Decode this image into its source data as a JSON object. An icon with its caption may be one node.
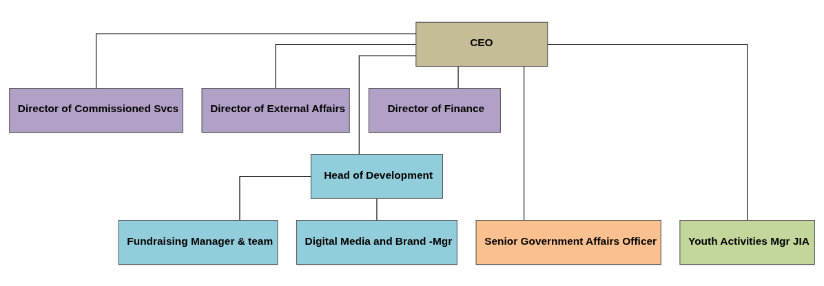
{
  "diagram": {
    "nodes": [
      {
        "text": [
          "CEO"
        ]
      },
      {
        "text": [
          "Director of Commissioned Svcs"
        ]
      },
      {
        "text": [
          "Director of External Affairs"
        ]
      },
      {
        "text": [
          "Director of Finance"
        ]
      },
      {
        "text": [
          "Head of Development"
        ]
      },
      {
        "text": [
          "Fundraising Manager & team"
        ]
      },
      {
        "text": [
          "Digital Media and Brand -Mgr"
        ]
      },
      {
        "text": [
          "Senior Government Affairs Officer"
        ]
      },
      {
        "text": [
          "Youth Activities Mgr JIA"
        ]
      }
    ],
    "edges": [
      {
        "from": 0,
        "to": 7,
        "arrow": "none"
      },
      {
        "from": 0,
        "to": 1,
        "arrow": "none"
      },
      {
        "from": 0,
        "to": 4,
        "arrow": "none"
      },
      {
        "from": 0,
        "to": 2,
        "arrow": "none"
      },
      {
        "from": 0,
        "to": 3,
        "arrow": "none"
      },
      {
        "from": 0,
        "to": 8,
        "arrow": "none"
      },
      {
        "from": 4,
        "to": 5,
        "arrow": "none"
      },
      {
        "from": 4,
        "to": 6,
        "arrow": "none"
      }
    ]
  }
}
